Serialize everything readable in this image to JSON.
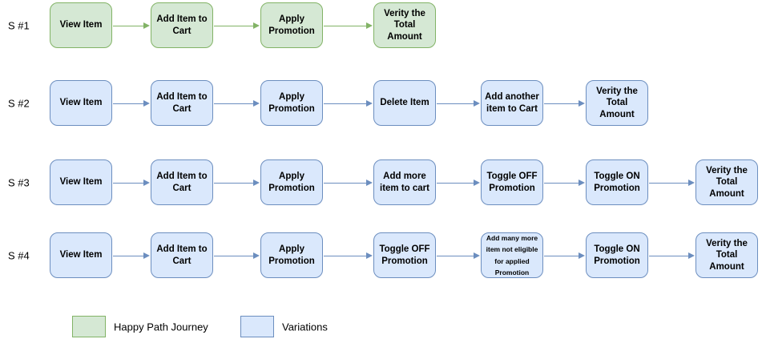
{
  "diagram": {
    "rows": [
      {
        "label": "S #1",
        "type": "happy",
        "steps": [
          "View Item",
          "Add Item to Cart",
          "Apply Promotion",
          "Verity the Total Amount"
        ]
      },
      {
        "label": "S #2",
        "type": "variation",
        "steps": [
          "View Item",
          "Add Item to Cart",
          "Apply Promotion",
          "Delete Item",
          "Add another item to Cart",
          "Verity the Total Amount"
        ]
      },
      {
        "label": "S #3",
        "type": "variation",
        "steps": [
          "View Item",
          "Add Item to Cart",
          "Apply Promotion",
          "Add more item to cart",
          "Toggle OFF Promotion",
          "Toggle ON Promotion",
          "Verity the Total Amount"
        ]
      },
      {
        "label": "S #4",
        "type": "variation",
        "steps": [
          "View Item",
          "Add Item to Cart",
          "Apply Promotion",
          "Toggle OFF Promotion",
          "Add many more item not eligible for applied Promotion",
          "Toggle ON Promotion",
          "Verity the Total Amount"
        ]
      }
    ],
    "legend": [
      {
        "type": "happy",
        "label": "Happy Path Journey"
      },
      {
        "type": "variation",
        "label": "Variations"
      }
    ],
    "colors": {
      "happy_fill": "#d5e8d4",
      "happy_border": "#82b366",
      "variation_fill": "#dae8fc",
      "variation_border": "#6c8ebf",
      "text": "#000000",
      "background": "#ffffff"
    }
  }
}
